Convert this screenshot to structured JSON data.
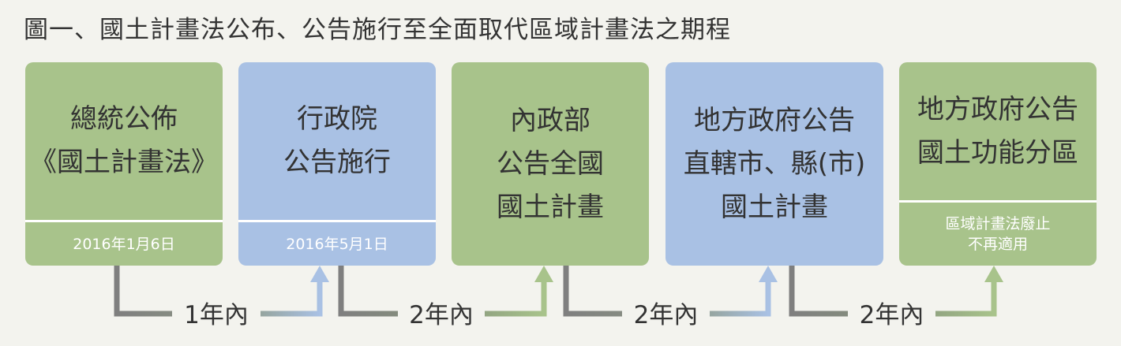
{
  "title": "圖一、國土計畫法公布、公告施行至全面取代區域計畫法之期程",
  "colors": {
    "green_box": "#a8c38b",
    "blue_box": "#a9c1e4",
    "connector_gray": "#7f7f7f",
    "connector_green": "#a8c38b"
  },
  "steps": [
    {
      "lines": [
        "總統公佈",
        "《國土計畫法》"
      ],
      "sub": [
        "2016年1月6日"
      ]
    },
    {
      "lines": [
        "行政院",
        "公告施行"
      ],
      "sub": [
        "2016年5月1日"
      ]
    },
    {
      "lines": [
        "內政部",
        "公告全國",
        "國土計畫"
      ],
      "sub": []
    },
    {
      "lines": [
        "地方政府公告",
        "直轄市、縣(市)",
        "國土計畫"
      ],
      "sub": []
    },
    {
      "lines": [
        "地方政府公告",
        "國土功能分區"
      ],
      "sub": [
        "區域計畫法廢止",
        "不再適用"
      ]
    }
  ],
  "intervals": [
    "1年內",
    "2年內",
    "2年內",
    "2年內"
  ]
}
